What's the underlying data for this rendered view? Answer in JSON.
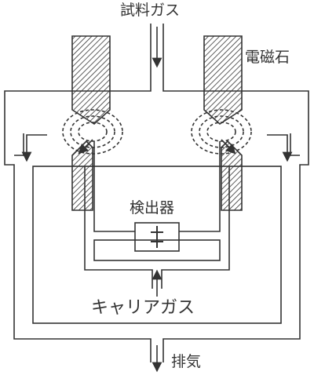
{
  "labels": {
    "sample_gas": "試料ガス",
    "magnet": "電磁石",
    "detector": "検出器",
    "carrier_gas": "キャリアガス",
    "exhaust": "排気"
  },
  "colors": {
    "line": "#333333",
    "background": "#ffffff"
  }
}
